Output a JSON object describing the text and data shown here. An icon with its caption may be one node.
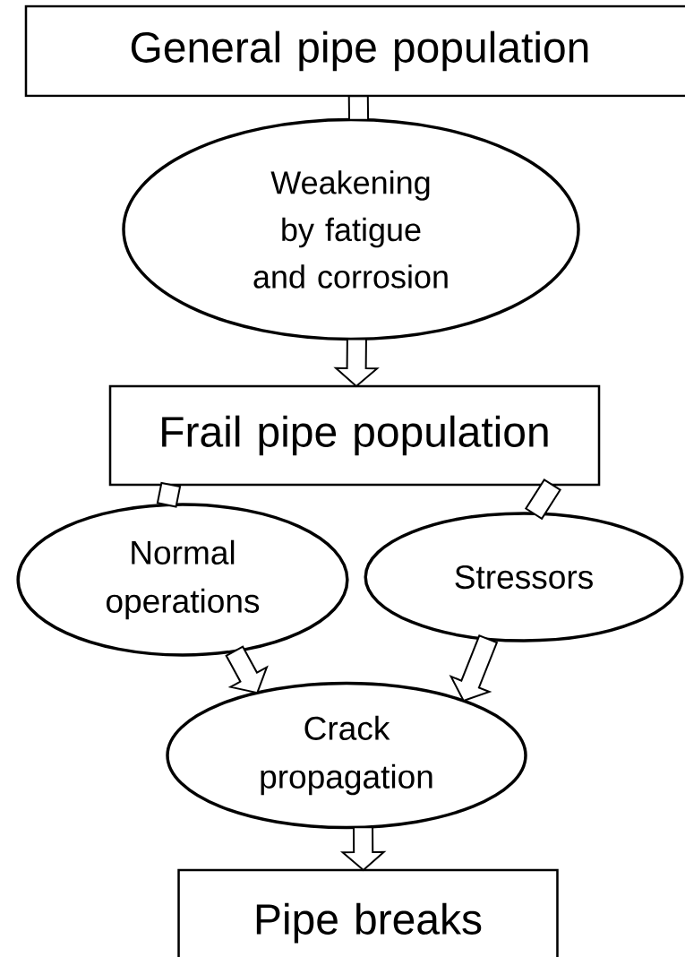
{
  "diagram": {
    "nodes": [
      {
        "text": [
          "General pipe population"
        ]
      },
      {
        "text": [
          "Weakening by fatigue and corrosion"
        ]
      },
      {
        "text": [
          "Frail pipe population"
        ]
      },
      {
        "text": [
          "Normal operations"
        ]
      },
      {
        "text": [
          "Stressors"
        ]
      },
      {
        "text": [
          "Crack propagation"
        ]
      },
      {
        "text": [
          "Pipe breaks"
        ]
      }
    ],
    "edges": [
      {
        "from": 0,
        "to": 1,
        "arrow": "none"
      },
      {
        "from": 1,
        "to": 2,
        "arrow": "to"
      },
      {
        "from": 2,
        "to": 3,
        "arrow": "none"
      },
      {
        "from": 2,
        "to": 4,
        "arrow": "none"
      },
      {
        "from": 3,
        "to": 5,
        "arrow": "to"
      },
      {
        "from": 4,
        "to": 5,
        "arrow": "to"
      },
      {
        "from": 5,
        "to": 6,
        "arrow": "to"
      }
    ]
  }
}
